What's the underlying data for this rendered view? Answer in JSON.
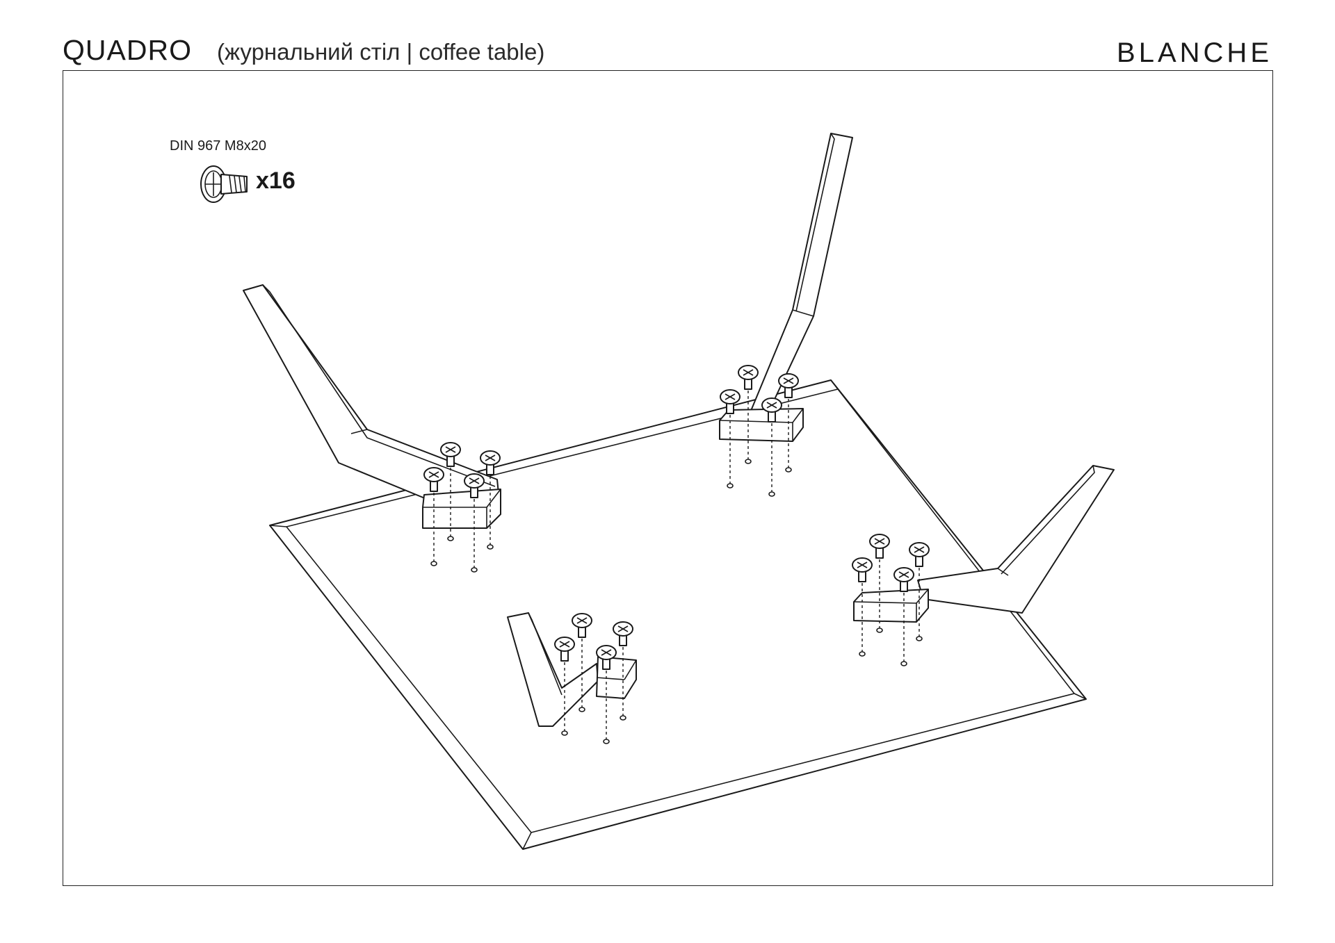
{
  "header": {
    "model": "QUADRO",
    "description": "(журнальний стіл |  coffee table)",
    "brand": "BLANCHE"
  },
  "parts": {
    "screw_label": "DIN 967 M8x20",
    "screw_icon": "phillips-screw-icon",
    "quantity": "x16"
  }
}
